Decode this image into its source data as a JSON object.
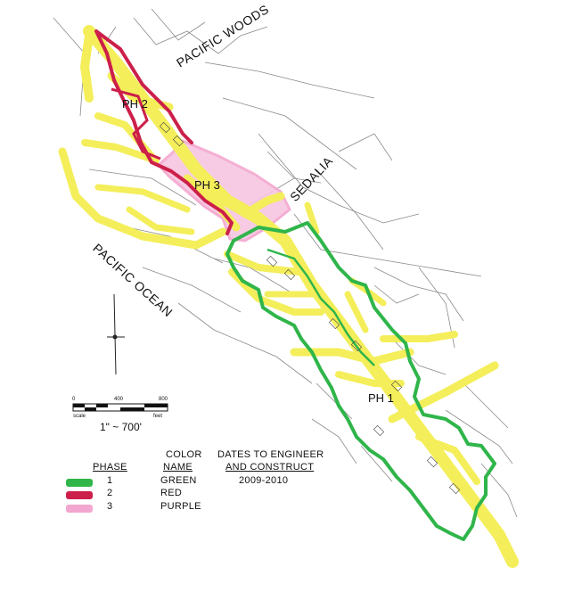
{
  "map_labels": {
    "pacific_woods": "PACIFIC WOODS",
    "sedalia": "SEDALIA",
    "pacific_ocean": "PACIFIC OCEAN",
    "ph1": "PH 1",
    "ph2": "PH 2",
    "ph3": "PH 3"
  },
  "scale": {
    "tick_0": "0",
    "tick_400": "400",
    "tick_800": "800",
    "left_caption": "scale",
    "right_caption": "feet",
    "ratio": "1\" ~ 700'"
  },
  "legend": {
    "phase_header": "PHASE",
    "color_header_1": "COLOR",
    "color_header_2": "NAME",
    "dates_header_1": "DATES TO ENGINEER",
    "dates_header_2": "AND CONSTRUCT",
    "dates_value": "2009-2010",
    "rows": [
      {
        "phase": "1",
        "color_name": "GREEN",
        "color": "#2fb54a"
      },
      {
        "phase": "2",
        "color_name": "RED",
        "color": "#cc1f4a"
      },
      {
        "phase": "3",
        "color_name": "PURPLE",
        "color": "#f3a6cf"
      }
    ]
  },
  "colors": {
    "road_highlight": "#f4ee5a",
    "phase1_outline": "#2fb54a",
    "phase2_outline": "#cc1f4a",
    "phase3_fill": "#f6c6e0",
    "parcel_lines": "#8a8a8a"
  }
}
